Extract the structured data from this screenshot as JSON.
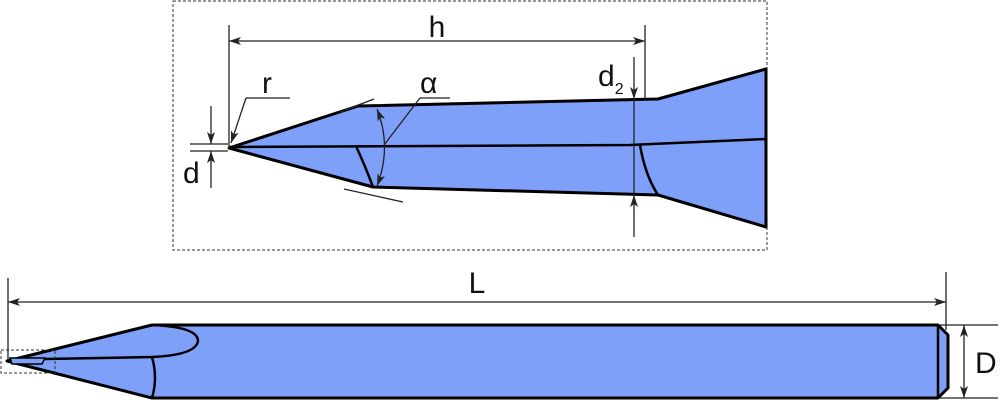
{
  "labels": {
    "h": "h",
    "r": "r",
    "alpha": "α",
    "d2_main": "d",
    "d2_sub": "2",
    "d": "d",
    "L": "L",
    "D": "D"
  },
  "colors": {
    "body_fill": "#7fa0f8",
    "outline": "#000000"
  }
}
